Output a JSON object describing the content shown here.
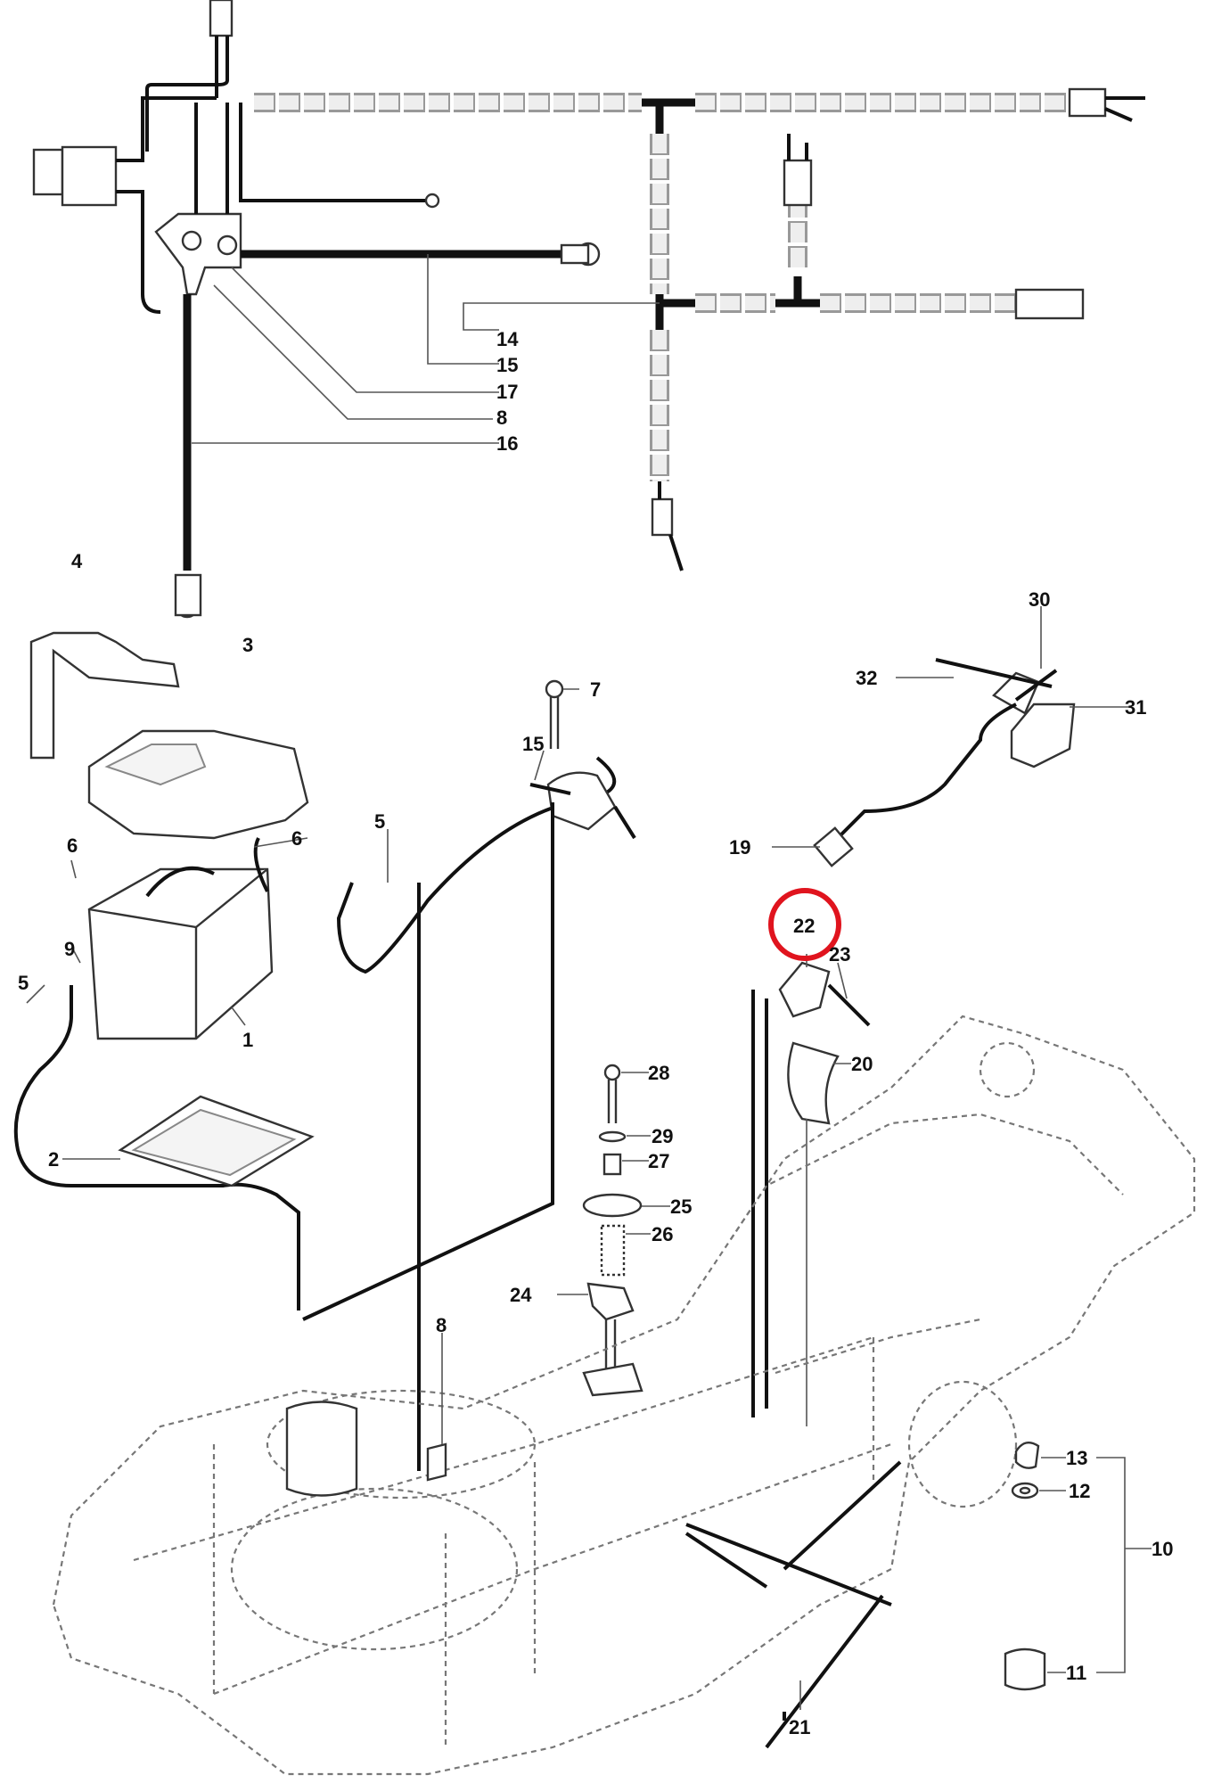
{
  "diagram": {
    "type": "exploded parts diagram",
    "highlight_color": "#e0141e",
    "highlighted_part": "22",
    "callouts": {
      "top_14": "14",
      "top_15": "15",
      "top_17": "17",
      "top_8": "8",
      "top_16": "16",
      "p4": "4",
      "p3": "3",
      "p7": "7",
      "p15": "15",
      "p5a": "5",
      "p6a": "6",
      "p6b": "6",
      "p9": "9",
      "p5b": "5",
      "p1": "1",
      "p2": "2",
      "p30": "30",
      "p32": "32",
      "p31": "31",
      "p19": "19",
      "p22": "22",
      "p23": "23",
      "p20": "20",
      "p28": "28",
      "p29": "29",
      "p27": "27",
      "p25": "25",
      "p26": "26",
      "p24": "24",
      "p8": "8",
      "p13": "13",
      "p12": "12",
      "p10": "10",
      "p11": "11",
      "p21": "21"
    }
  }
}
